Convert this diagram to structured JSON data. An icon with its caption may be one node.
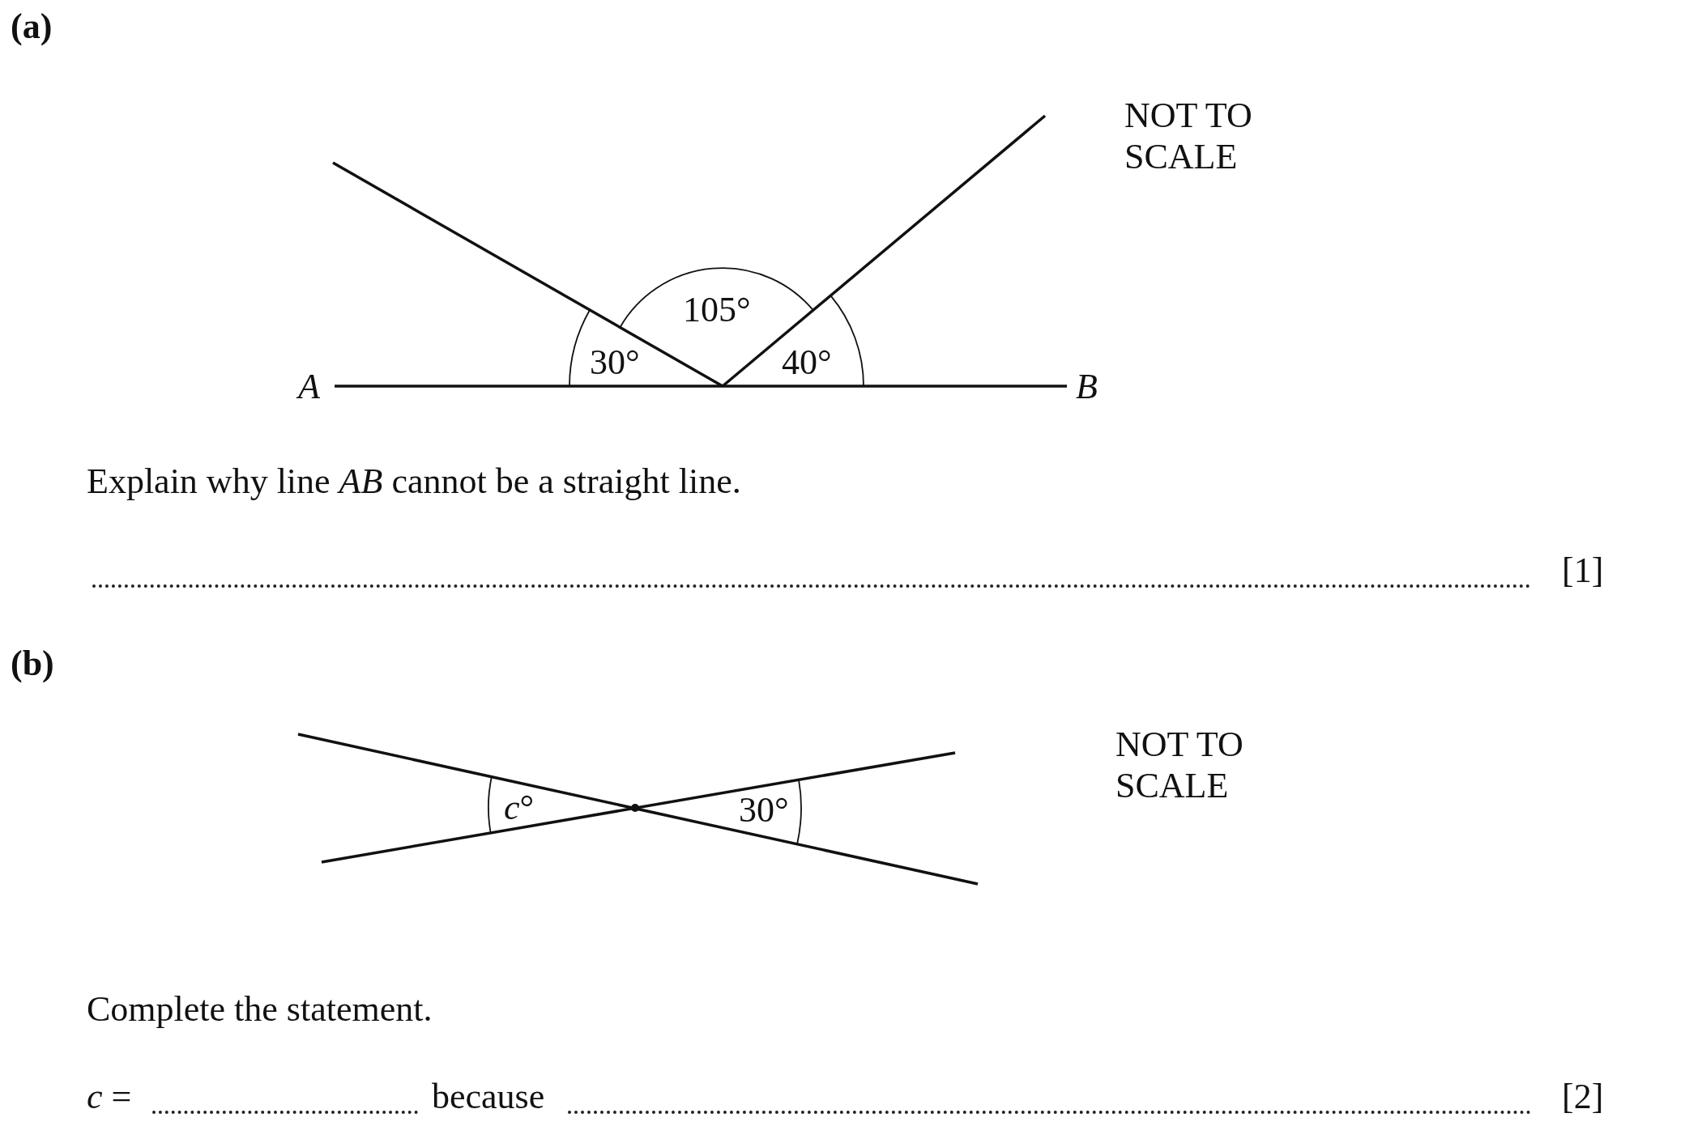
{
  "diagram": {
    "labels": [
      "(a)",
      "NOT TO SCALE",
      "105°",
      "30°",
      "40°",
      "A",
      "B",
      "Explain why line *AB* cannot be a straight line.",
      "[1]",
      "(b)",
      "NOT TO SCALE",
      "*c*°",
      "30°",
      "Complete the statement.",
      "*c* =",
      "because",
      "[2]"
    ]
  }
}
